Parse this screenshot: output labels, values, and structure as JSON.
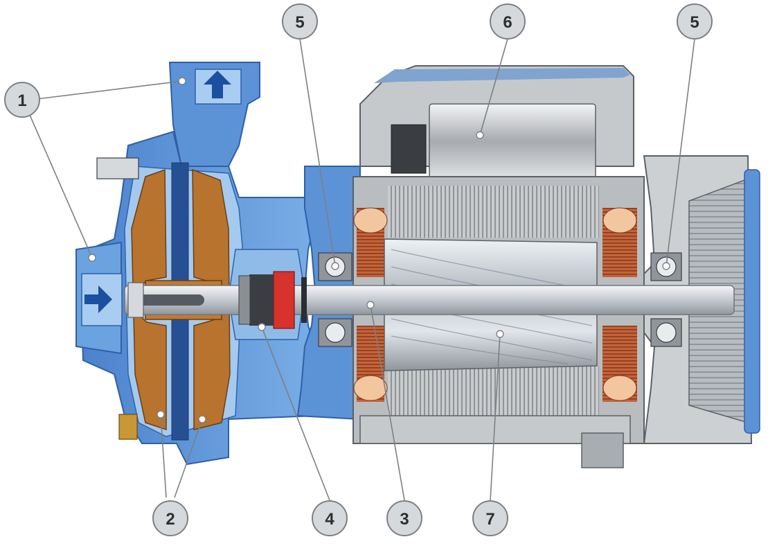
{
  "callouts": [
    {
      "id": "c1a",
      "label": "1"
    },
    {
      "id": "c2",
      "label": "2"
    },
    {
      "id": "c3",
      "label": "3"
    },
    {
      "id": "c4",
      "label": "4"
    },
    {
      "id": "c5a",
      "label": "5"
    },
    {
      "id": "c5b",
      "label": "5"
    },
    {
      "id": "c6",
      "label": "6"
    },
    {
      "id": "c7",
      "label": "7"
    }
  ],
  "colors": {
    "pump_body": "#5b93d6",
    "pump_body_dark": "#2f5fa8",
    "pump_body_light": "#a9cdf0",
    "impeller": "#b8732f",
    "motor_housing": "#c6c9cc",
    "motor_housing_dark": "#8d9296",
    "stator_lamination": "#b9bcbf",
    "winding": "#c4643a",
    "winding_light": "#f2c7a0",
    "shaft": "#d9dde2",
    "seal_red": "#d8322d",
    "callout_fill": "#d6d9dc",
    "callout_stroke": "#7c8086",
    "callout_text": "#2d2f33",
    "arrow_blue": "#1b4fa0"
  },
  "icons": [
    "inlet-flow-arrow-icon",
    "outlet-flow-arrow-icon"
  ]
}
